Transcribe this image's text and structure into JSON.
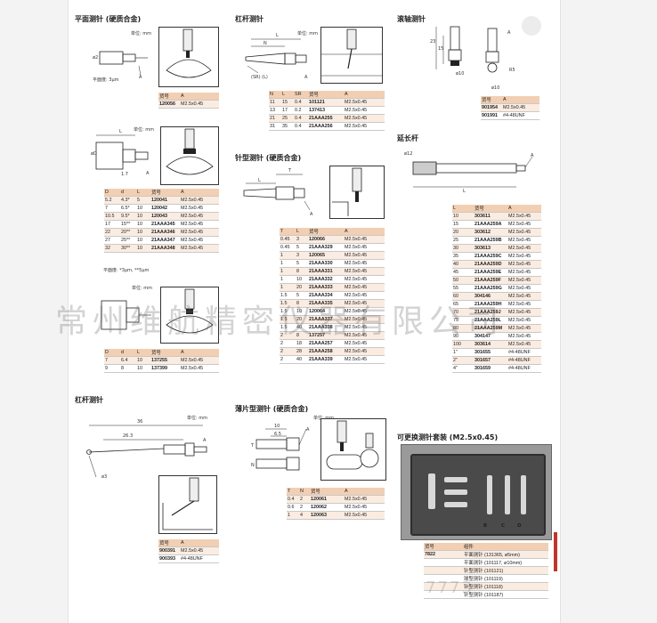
{
  "sections": {
    "flat": "平面测针 (硬质合金)",
    "lever1": "杠杆测针",
    "roller": "滚轴测针",
    "needle": "针型测针 (硬质合金)",
    "extension": "延长杆",
    "lever2": "杠杆测针",
    "blade": "薄片型测针 (硬质合金)",
    "kit": "可更换测针套装 (M2.5x0.45)"
  },
  "unit_label": "单位: mm",
  "diagram_labels": {
    "flatness": "平面度: 3μm",
    "flatness2": "平面度: *3μm, **5μm",
    "lever_n": "N",
    "lever_l": "L",
    "lever_sr": "(SR) (L)",
    "needle_l": "L",
    "needle_t": "T",
    "roller_dims": [
      "23",
      "15",
      "ø10",
      "ø10",
      "R5"
    ],
    "ext_d": "ø12",
    "ext_l": "L",
    "lever2_36": "36",
    "lever2_263": "26.3",
    "lever2_d3": "ø3",
    "blade_t": "T",
    "blade_n": "N",
    "blade_10": "10",
    "blade_65": "6.5",
    "dim_a": "A",
    "dim_d": "d",
    "dim_d_big": "øD",
    "dim_l": "L",
    "dim_17": "1.7",
    "dim_d2": "ø2"
  },
  "flat_t1": {
    "headers": [
      "货号",
      "A"
    ],
    "rows": [
      [
        "120056",
        "M2.5x0.45"
      ]
    ]
  },
  "flat_t2": {
    "headers": [
      "D",
      "d",
      "L",
      "货号",
      "A"
    ],
    "rows": [
      [
        "5.2",
        "4.3*",
        "5",
        "120041",
        "M2.5x0.45"
      ],
      [
        "7",
        "6.5*",
        "10",
        "120042",
        "M2.5x0.45"
      ],
      [
        "10.5",
        "9.5*",
        "10",
        "120043",
        "M2.5x0.45"
      ],
      [
        "17",
        "15**",
        "10",
        "21AAA345",
        "M2.5x0.45"
      ],
      [
        "22",
        "20**",
        "10",
        "21AAA346",
        "M2.5x0.45"
      ],
      [
        "27",
        "25**",
        "10",
        "21AAA347",
        "M2.5x0.45"
      ],
      [
        "32",
        "30**",
        "10",
        "21AAA348",
        "M2.5x0.45"
      ]
    ]
  },
  "flat_t3": {
    "headers": [
      "D",
      "d",
      "L",
      "货号",
      "A"
    ],
    "rows": [
      [
        "7",
        "6.4",
        "10",
        "137255",
        "M2.5x0.45"
      ],
      [
        "9",
        "8",
        "10",
        "137399",
        "M2.5x0.45"
      ]
    ]
  },
  "lever_t": {
    "headers": [
      "N",
      "L",
      "SR",
      "货号",
      "A"
    ],
    "rows": [
      [
        "11",
        "15",
        "0.4",
        "101121",
        "M2.5x0.45"
      ],
      [
        "13",
        "17",
        "0.2",
        "137413",
        "M2.5x0.45"
      ],
      [
        "21",
        "25",
        "0.4",
        "21AAA255",
        "M2.5x0.45"
      ],
      [
        "31",
        "35",
        "0.4",
        "21AAA256",
        "M2.5x0.45"
      ]
    ]
  },
  "needle_t": {
    "headers": [
      "T",
      "L",
      "货号",
      "A"
    ],
    "rows": [
      [
        "0.45",
        "3",
        "120066",
        "M2.5x0.45"
      ],
      [
        "0.45",
        "5",
        "21AAA329",
        "M2.5x0.45"
      ],
      [
        "1",
        "3",
        "120065",
        "M2.5x0.45"
      ],
      [
        "1",
        "5",
        "21AAA330",
        "M2.5x0.45"
      ],
      [
        "1",
        "8",
        "21AAA331",
        "M2.5x0.45"
      ],
      [
        "1",
        "10",
        "21AAA332",
        "M2.5x0.45"
      ],
      [
        "1",
        "20",
        "21AAA333",
        "M2.5x0.45"
      ],
      [
        "1.5",
        "5",
        "21AAA334",
        "M2.5x0.45"
      ],
      [
        "1.5",
        "8",
        "21AAA335",
        "M2.5x0.45"
      ],
      [
        "1.5",
        "10",
        "120064",
        "M2.5x0.45"
      ],
      [
        "1.5",
        "20",
        "21AAA337",
        "M2.5x0.45"
      ],
      [
        "1.5",
        "40",
        "21AAA338",
        "M2.5x0.45"
      ],
      [
        "2",
        "8",
        "137257",
        "M2.5x0.45"
      ],
      [
        "2",
        "18",
        "21AAA257",
        "M2.5x0.45"
      ],
      [
        "2",
        "28",
        "21AAA258",
        "M2.5x0.45"
      ],
      [
        "2",
        "40",
        "21AAA339",
        "M2.5x0.45"
      ]
    ]
  },
  "roller_t": {
    "headers": [
      "货号",
      "A"
    ],
    "rows": [
      [
        "901954",
        "M2.5x0.45"
      ],
      [
        "901991",
        "#4-48UNF"
      ]
    ]
  },
  "ext_t": {
    "headers": [
      "L",
      "货号",
      "A"
    ],
    "rows": [
      [
        "10",
        "303611",
        "M2.5x0.45"
      ],
      [
        "15",
        "21AAA259A",
        "M2.5x0.45"
      ],
      [
        "20",
        "303612",
        "M2.5x0.45"
      ],
      [
        "25",
        "21AAA259B",
        "M2.5x0.45"
      ],
      [
        "30",
        "303613",
        "M2.5x0.45"
      ],
      [
        "35",
        "21AAA259C",
        "M2.5x0.45"
      ],
      [
        "40",
        "21AAA259D",
        "M2.5x0.45"
      ],
      [
        "45",
        "21AAA259E",
        "M2.5x0.45"
      ],
      [
        "50",
        "21AAA259F",
        "M2.5x0.45"
      ],
      [
        "55",
        "21AAA259G",
        "M2.5x0.45"
      ],
      [
        "60",
        "304146",
        "M2.5x0.45"
      ],
      [
        "65",
        "21AAA259H",
        "M2.5x0.45"
      ],
      [
        "70",
        "21AAA259J",
        "M2.5x0.45"
      ],
      [
        "75",
        "21AAA259L",
        "M2.5x0.45"
      ],
      [
        "80",
        "21AAA259M",
        "M2.5x0.45"
      ],
      [
        "90",
        "304147",
        "M2.5x0.45"
      ],
      [
        "100",
        "303614",
        "M2.5x0.45"
      ],
      [
        "1\"",
        "301655",
        "#4-48UNF"
      ],
      [
        "2\"",
        "301657",
        "#4-48UNF"
      ],
      [
        "4\"",
        "301659",
        "#4-48UNF"
      ]
    ]
  },
  "lever2_t": {
    "headers": [
      "货号",
      "A"
    ],
    "rows": [
      [
        "900391",
        "M2.5x0.45"
      ],
      [
        "900393",
        "#4-48UNF"
      ]
    ]
  },
  "blade_t": {
    "headers": [
      "T",
      "N",
      "货号",
      "A"
    ],
    "rows": [
      [
        "0.4",
        "2",
        "120061",
        "M2.5x0.45"
      ],
      [
        "0.6",
        "2",
        "120062",
        "M2.5x0.45"
      ],
      [
        "1",
        "4",
        "120063",
        "M2.5x0.45"
      ]
    ]
  },
  "kit_t": {
    "headers": [
      "货号",
      "组件"
    ],
    "code": "7822",
    "items": [
      "平面测针 (131365, ø5mm)",
      "平面测针 (101117, ø10mm)",
      "针型测针 (101121)",
      "球型测针 (101119)",
      "针型测针 (101118)",
      "针型测针 (101187)"
    ]
  },
  "kit_photo_labels": [
    "B",
    "C",
    "D"
  ],
  "watermark": "常州维航精密仪器有限公司",
  "watermark2": "7773"
}
